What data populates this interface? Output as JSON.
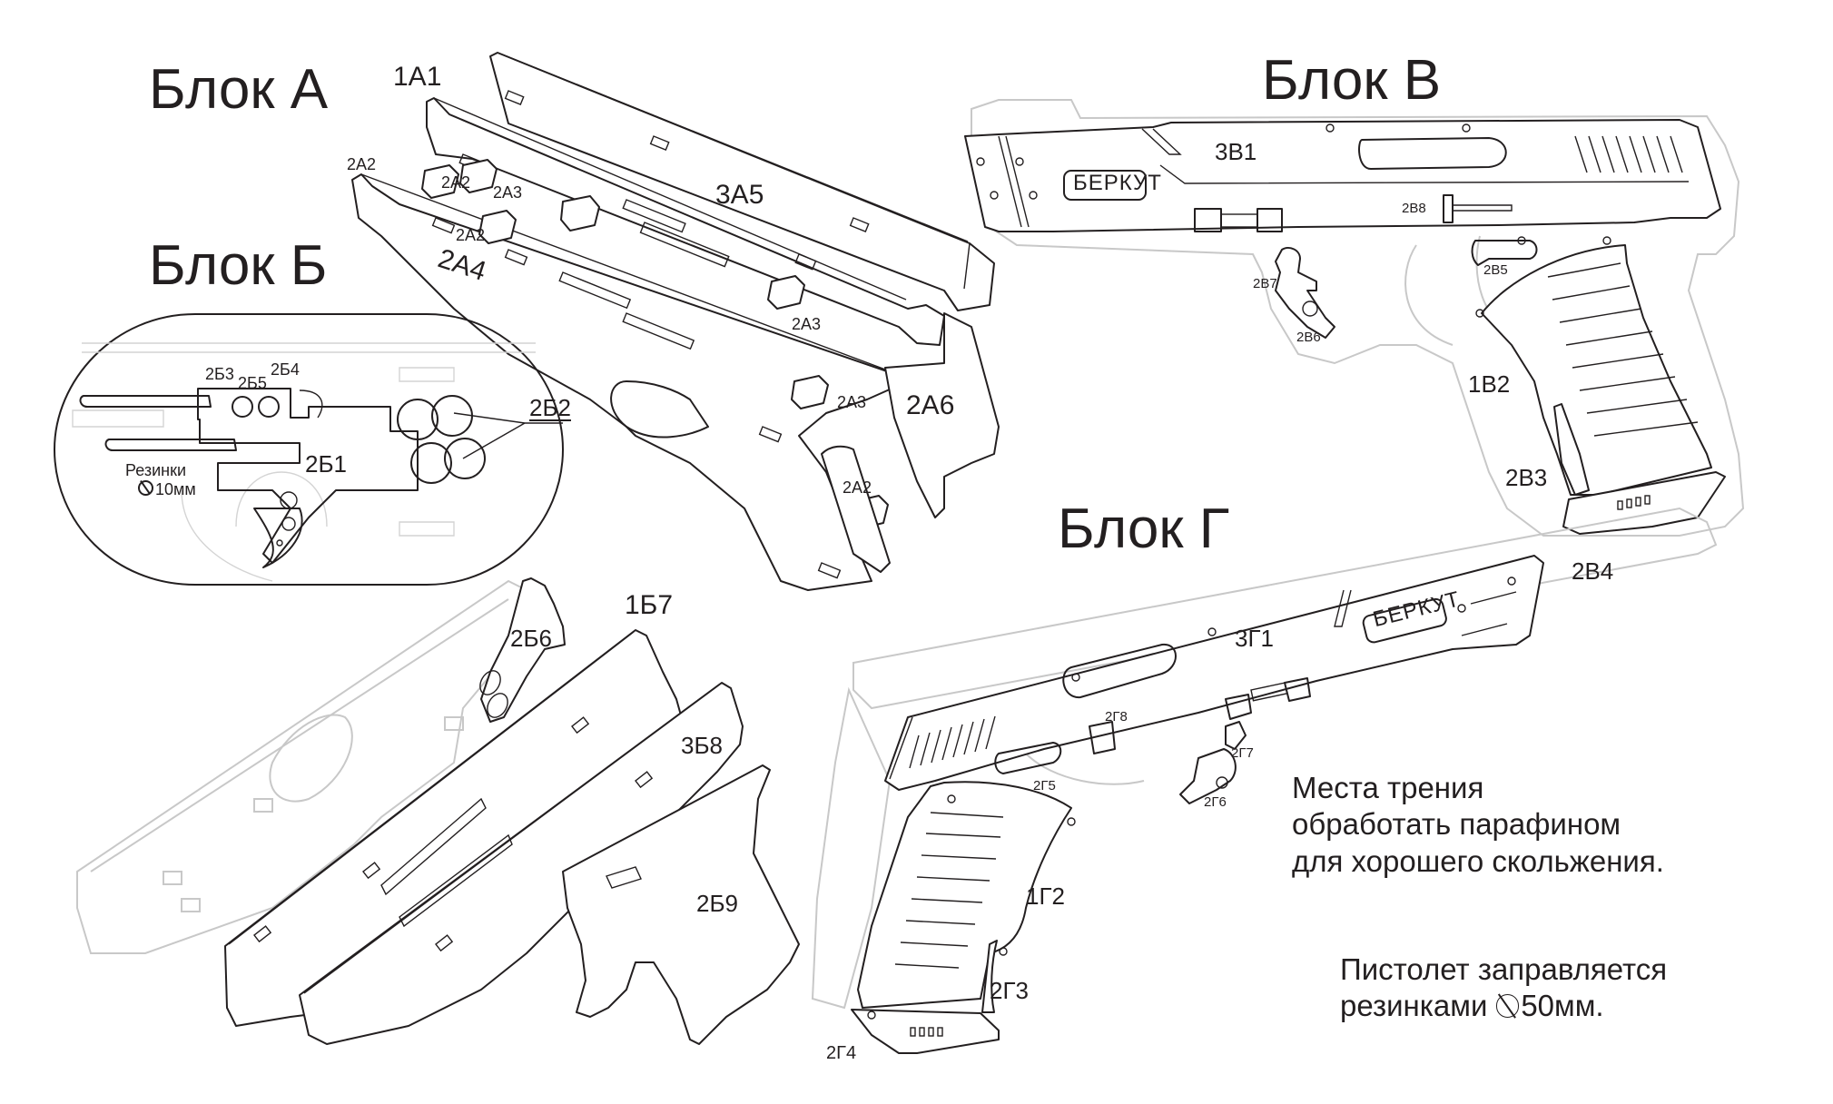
{
  "blocks": {
    "a": {
      "title": "Блок А",
      "parts": {
        "p1A1": "1А1",
        "p2A2_a": "2А2",
        "p2A2_b": "2А2",
        "p2A2_c": "2А2",
        "p2A2_d": "2А2",
        "p2A3_a": "2А3",
        "p2A3_b": "2А3",
        "p2A3_c": "2А3",
        "p3A5": "3А5",
        "p2A4": "2А4",
        "p2A6": "2А6"
      }
    },
    "b": {
      "title": "Блок Б",
      "parts": {
        "p2B1": "2Б1",
        "p2B2": "2Б2",
        "p2B3": "2Б3",
        "p2B4": "2Б4",
        "p2B5": "2Б5",
        "p2B6": "2Б6",
        "p1B7": "1Б7",
        "p3B8": "3Б8",
        "p2B9": "2Б9"
      },
      "rubber_note": {
        "line1": "Резинки",
        "line2": "10мм"
      }
    },
    "v": {
      "title": "Блок В",
      "logo": "БЕРКУТ",
      "parts": {
        "p3V1": "3В1",
        "p1V2": "1В2",
        "p2V3": "2В3",
        "p2V4": "2В4",
        "p2V5": "2В5",
        "p2V6": "2В6",
        "p2V7": "2В7",
        "p2V8": "2В8"
      }
    },
    "g": {
      "title": "Блок Г",
      "logo": "БЕРКУТ",
      "parts": {
        "p3G1": "3Г1",
        "p1G2": "1Г2",
        "p2G3": "2Г3",
        "p2G4": "2Г4",
        "p2G5": "2Г5",
        "p2G6": "2Г6",
        "p2G7": "2Г7",
        "p2G8": "2Г8"
      }
    }
  },
  "notes": {
    "friction": {
      "line1": "Места трения",
      "line2": "обработать парафином",
      "line3": "для хорошего скольжения."
    },
    "loading": {
      "line1": "Пистолет заправляется",
      "line2_prefix": "резинками",
      "line2_value": "50мм."
    }
  },
  "colors": {
    "ink": "#231f20",
    "ghost_outline": "#c8c8c8",
    "background": "#ffffff"
  }
}
